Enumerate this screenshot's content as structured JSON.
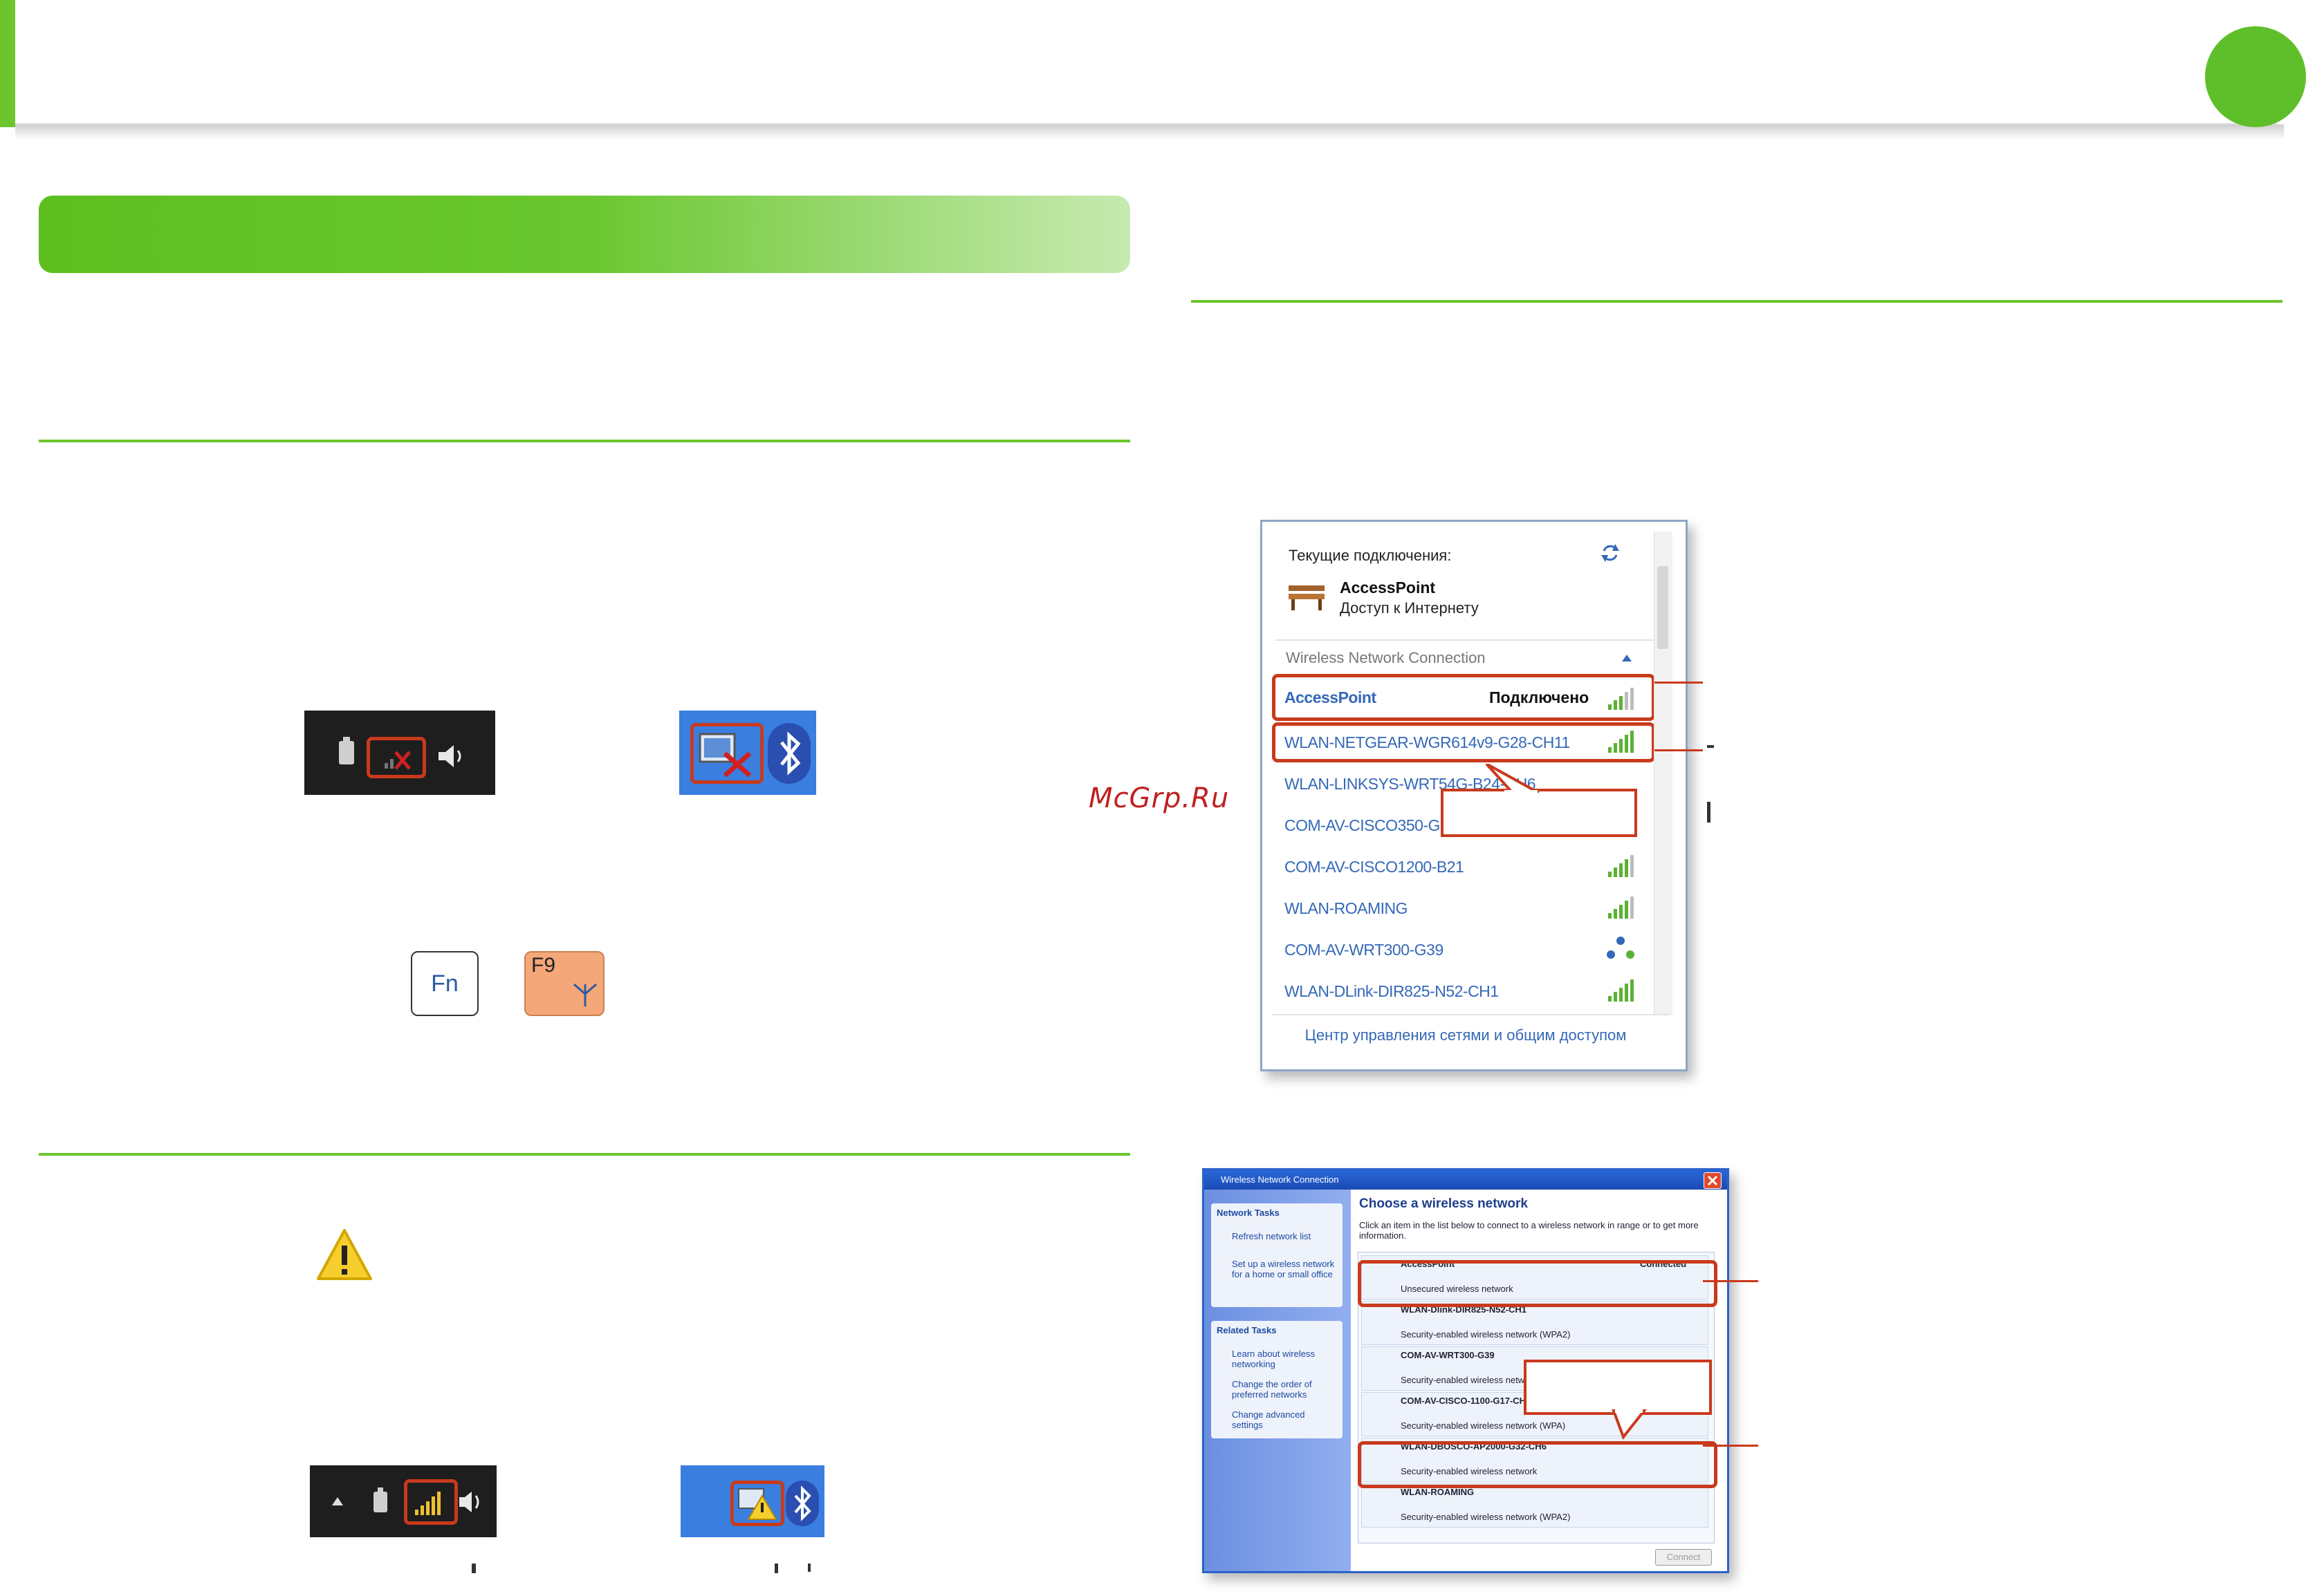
{
  "watermark": "McGrp.Ru",
  "keys": {
    "fn": "Fn",
    "f9": "F9"
  },
  "popup": {
    "current_connections": "Текущие подключения:",
    "ap_name": "AccessPoint",
    "ap_status": "Доступ к Интернету",
    "section": "Wireless Network Connection",
    "connected_name": "AccessPoint",
    "connected_label": "Подключено",
    "networks": [
      "WLAN-NETGEAR-WGR614v9-G28-CH11",
      "WLAN-LINKSYS-WRT54G-B24-CH6",
      "COM-AV-CISCO350-G",
      "COM-AV-CISCO1200-B21",
      "WLAN-ROAMING",
      "COM-AV-WRT300-G39",
      "WLAN-DLink-DIR825-N52-CH1"
    ],
    "footer_link": "Центр управления сетями и общим доступом"
  },
  "xp": {
    "title": "Wireless Network Connection",
    "heading": "Choose a wireless network",
    "intro": "Click an item in the list below to connect to a wireless network in range or to get more information.",
    "left_group1": "Network Tasks",
    "left_items1": [
      "Refresh network list",
      "Set up a wireless network for a home or small office"
    ],
    "left_group2": "Related Tasks",
    "left_items2": [
      "Learn about wireless networking",
      "Change the order of preferred networks",
      "Change advanced settings"
    ],
    "rows": [
      {
        "name": "AccessPoint",
        "desc": "Unsecured wireless network",
        "status": "Connected"
      },
      {
        "name": "WLAN-Dlink-DIR825-N52-CH1",
        "desc": "Security-enabled wireless network (WPA2)",
        "status": ""
      },
      {
        "name": "COM-AV-WRT300-G39",
        "desc": "Security-enabled wireless network",
        "status": ""
      },
      {
        "name": "COM-AV-CISCO-1100-G17-CH",
        "desc": "Security-enabled wireless network (WPA)",
        "status": ""
      },
      {
        "name": "WLAN-DBOSCO-AP2000-G32-CH6",
        "desc": "Security-enabled wireless network",
        "status": ""
      },
      {
        "name": "WLAN-ROAMING",
        "desc": "Security-enabled wireless network (WPA2)",
        "status": ""
      }
    ],
    "connect_btn": "Connect"
  },
  "colors": {
    "accent_green": "#6cc52e",
    "highlight_red": "#c83a1c"
  }
}
